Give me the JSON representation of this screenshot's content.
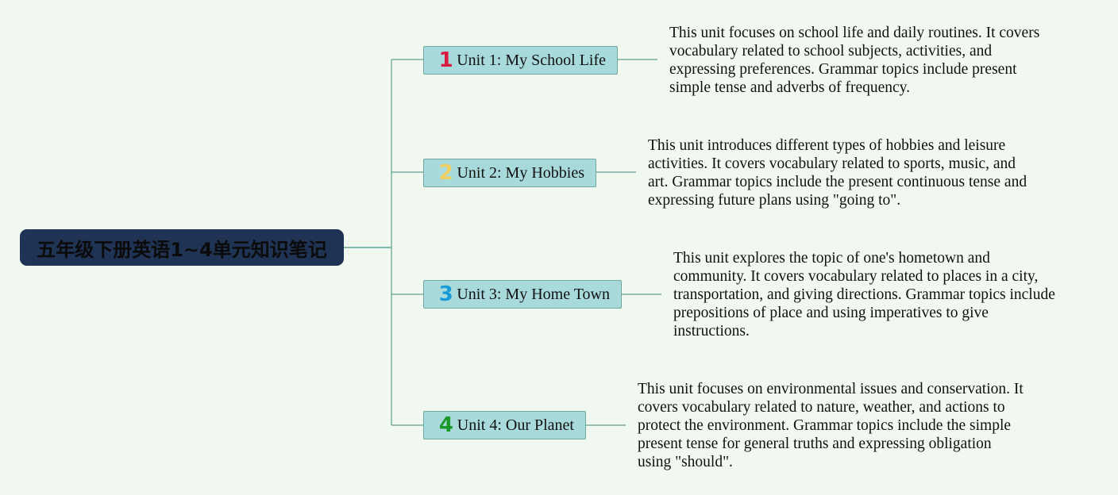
{
  "root": {
    "title": "五年级下册英语1~4单元知识笔记",
    "fill_color": "#1f3354"
  },
  "units": [
    {
      "number": "1",
      "number_color": "#d81b3f",
      "label": "Unit 1: My School Life",
      "description": "This unit focuses on school life and daily routines. It covers\nvocabulary related to school subjects, activities, and\nexpressing preferences. Grammar topics include present\nsimple tense and adverbs of frequency."
    },
    {
      "number": "2",
      "number_color": "#f0d060",
      "label": "Unit 2: My Hobbies",
      "description": "This unit introduces different types of hobbies and leisure\nactivities. It covers vocabulary related to sports, music, and\nart. Grammar topics include the present continuous tense and\nexpressing future plans using \"going to\"."
    },
    {
      "number": "3",
      "number_color": "#1a9ad8",
      "label": "Unit 3: My Home Town",
      "description": "This unit explores the topic of one's hometown and\ncommunity. It covers vocabulary related to places in a city,\ntransportation, and giving directions. Grammar topics include\nprepositions of place and using imperatives to give\ninstructions."
    },
    {
      "number": "4",
      "number_color": "#1a9a2a",
      "label": "Unit 4: Our Planet",
      "description": "This unit focuses on environmental issues and conservation. It\ncovers vocabulary related to nature, weather, and actions to\nprotect the environment. Grammar topics include the simple\npresent tense for general truths and expressing obligation\nusing \"should\"."
    }
  ],
  "colors": {
    "background": "#f1f8ef",
    "branch_fill": "#a9dadb",
    "connector": "#5f9f95"
  }
}
